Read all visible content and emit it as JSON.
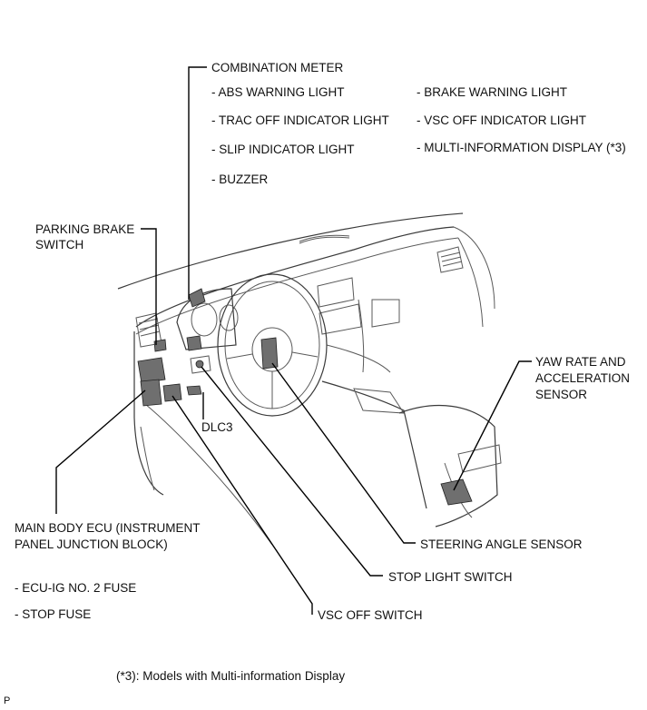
{
  "labels": {
    "combination_meter": "COMBINATION METER",
    "abs_warning_light": "- ABS WARNING LIGHT",
    "trac_off_indicator_light": "- TRAC OFF INDICATOR LIGHT",
    "slip_indicator_light": "- SLIP INDICATOR LIGHT",
    "buzzer": "- BUZZER",
    "brake_warning_light": "- BRAKE WARNING LIGHT",
    "vsc_off_indicator_light": "- VSC OFF INDICATOR LIGHT",
    "multi_information_display": "- MULTI-INFORMATION DISPLAY (*3)",
    "parking_brake_switch_line1": "PARKING BRAKE",
    "parking_brake_switch_line2": "SWITCH",
    "yaw_rate_line1": "YAW RATE AND",
    "yaw_rate_line2": "ACCELERATION",
    "yaw_rate_line3": "SENSOR",
    "dlc3": "DLC3",
    "main_body_ecu_line1": "MAIN BODY ECU (INSTRUMENT",
    "main_body_ecu_line2": "PANEL JUNCTION BLOCK)",
    "steering_angle_sensor": "STEERING ANGLE SENSOR",
    "stop_light_switch": "STOP LIGHT SWITCH",
    "ecu_ig_no2_fuse": "- ECU-IG NO. 2 FUSE",
    "stop_fuse": "- STOP FUSE",
    "vsc_off_switch": "VSC OFF SWITCH"
  },
  "footnote": "(*3): Models with Multi-information Display",
  "corner_mark": "P"
}
